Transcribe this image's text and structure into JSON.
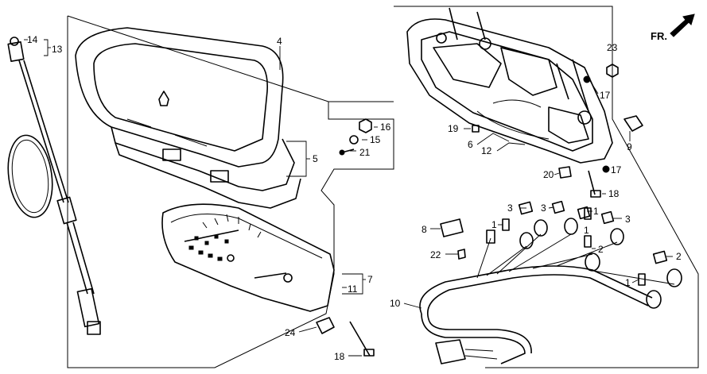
{
  "diagram": {
    "direction_label": "FR.",
    "callouts": [
      {
        "id": "c14",
        "text": "14"
      },
      {
        "id": "c13",
        "text": "13"
      },
      {
        "id": "c4",
        "text": "4"
      },
      {
        "id": "c5",
        "text": "5"
      },
      {
        "id": "c16",
        "text": "16"
      },
      {
        "id": "c15",
        "text": "15"
      },
      {
        "id": "c21",
        "text": "21"
      },
      {
        "id": "c23",
        "text": "23"
      },
      {
        "id": "c17a",
        "text": "17"
      },
      {
        "id": "c19",
        "text": "19"
      },
      {
        "id": "c6",
        "text": "6"
      },
      {
        "id": "c12",
        "text": "12"
      },
      {
        "id": "c9",
        "text": "9"
      },
      {
        "id": "c20",
        "text": "20"
      },
      {
        "id": "c17b",
        "text": "17"
      },
      {
        "id": "c18a",
        "text": "18"
      },
      {
        "id": "c3a",
        "text": "3"
      },
      {
        "id": "c3b",
        "text": "3"
      },
      {
        "id": "c1a",
        "text": "1"
      },
      {
        "id": "c1b",
        "text": "1"
      },
      {
        "id": "c3c",
        "text": "3"
      },
      {
        "id": "c8",
        "text": "8"
      },
      {
        "id": "c1c",
        "text": "1"
      },
      {
        "id": "c2a",
        "text": "2"
      },
      {
        "id": "c22",
        "text": "22"
      },
      {
        "id": "c2b",
        "text": "2"
      },
      {
        "id": "c7",
        "text": "7"
      },
      {
        "id": "c11",
        "text": "11"
      },
      {
        "id": "c1d",
        "text": "1"
      },
      {
        "id": "c10",
        "text": "10"
      },
      {
        "id": "c24",
        "text": "24"
      },
      {
        "id": "c18b",
        "text": "18"
      }
    ]
  }
}
